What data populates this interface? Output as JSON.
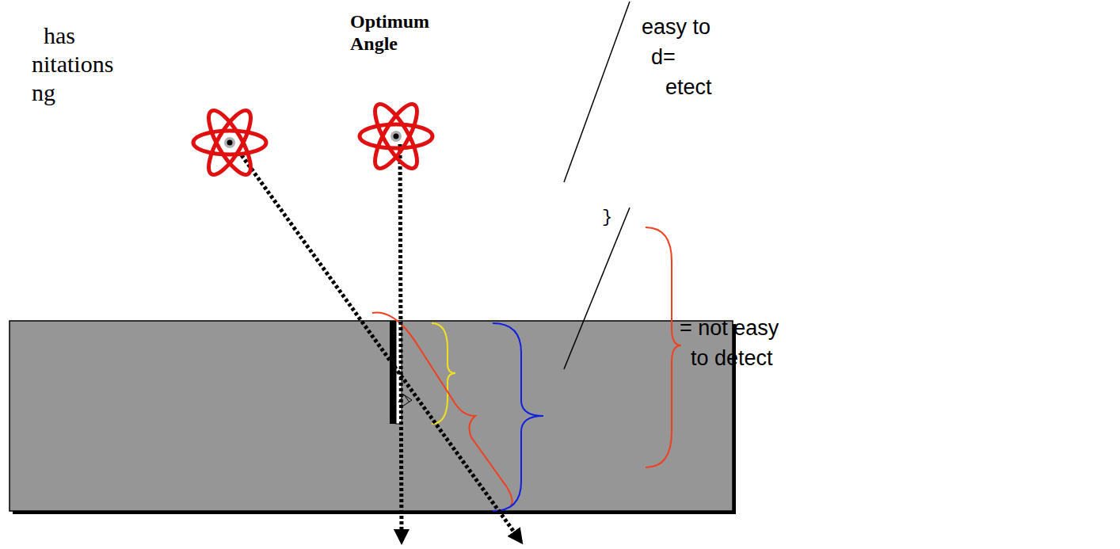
{
  "diagram": {
    "labels": [
      "has",
      "nitations",
      "ng",
      "Optimum Angle",
      "easy to",
      "d=",
      "etect",
      "}",
      "= not easy",
      "to detect"
    ]
  }
}
